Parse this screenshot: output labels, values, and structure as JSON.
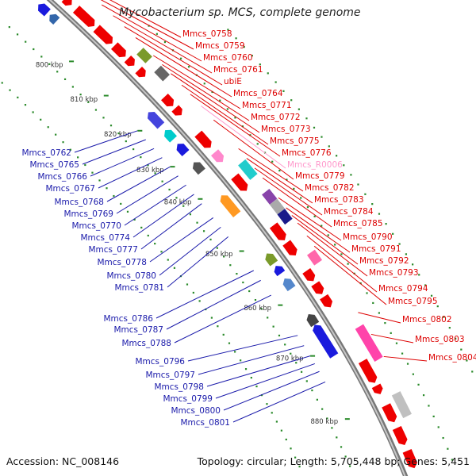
{
  "title": "Mycobacterium sp. MCS, complete genome",
  "footer": {
    "accession": "Accession: NC_008146",
    "summary": "Topology: circular; Length: 5,705,448 bp; Genes: 5,451"
  },
  "colors": {
    "forward_label": "#dd0000",
    "reverse_label": "#1a1aaa",
    "rna_label": "#ff99cc",
    "backbone": "#888888",
    "tick": "#2a8a2a"
  },
  "kbp_marks": [
    "800 kbp",
    "810 kbp",
    "820 kbp",
    "830 kbp",
    "840 kbp",
    "850 kbp",
    "860 kbp",
    "870 kbp",
    "880 kbp"
  ],
  "forward_genes": [
    "Mmcs_0758",
    "Mmcs_0759",
    "Mmcs_0760",
    "Mmcs_0761",
    "ubiE",
    "Mmcs_0764",
    "Mmcs_0771",
    "Mmcs_0772",
    "Mmcs_0773",
    "Mmcs_0775",
    "Mmcs_0776",
    "Mmcs_R0006",
    "Mmcs_0779",
    "Mmcs_0782",
    "Mmcs_0783",
    "Mmcs_0784",
    "Mmcs_0785",
    "Mmcs_0790",
    "Mmcs_0791",
    "Mmcs_0792",
    "Mmcs_0793",
    "Mmcs_0794",
    "Mmcs_0795",
    "Mmcs_0802",
    "Mmcs_0803",
    "Mmcs_0804"
  ],
  "reverse_genes": [
    "Mmcs_0762",
    "Mmcs_0765",
    "Mmcs_0766",
    "Mmcs_0767",
    "Mmcs_0768",
    "Mmcs_0769",
    "Mmcs_0770",
    "Mmcs_0774",
    "Mmcs_0777",
    "Mmcs_0778",
    "Mmcs_0780",
    "Mmcs_0781",
    "Mmcs_0786",
    "Mmcs_0787",
    "Mmcs_0788",
    "Mmcs_0796",
    "Mmcs_0797",
    "Mmcs_0798",
    "Mmcs_0799",
    "Mmcs_0800",
    "Mmcs_0801"
  ]
}
